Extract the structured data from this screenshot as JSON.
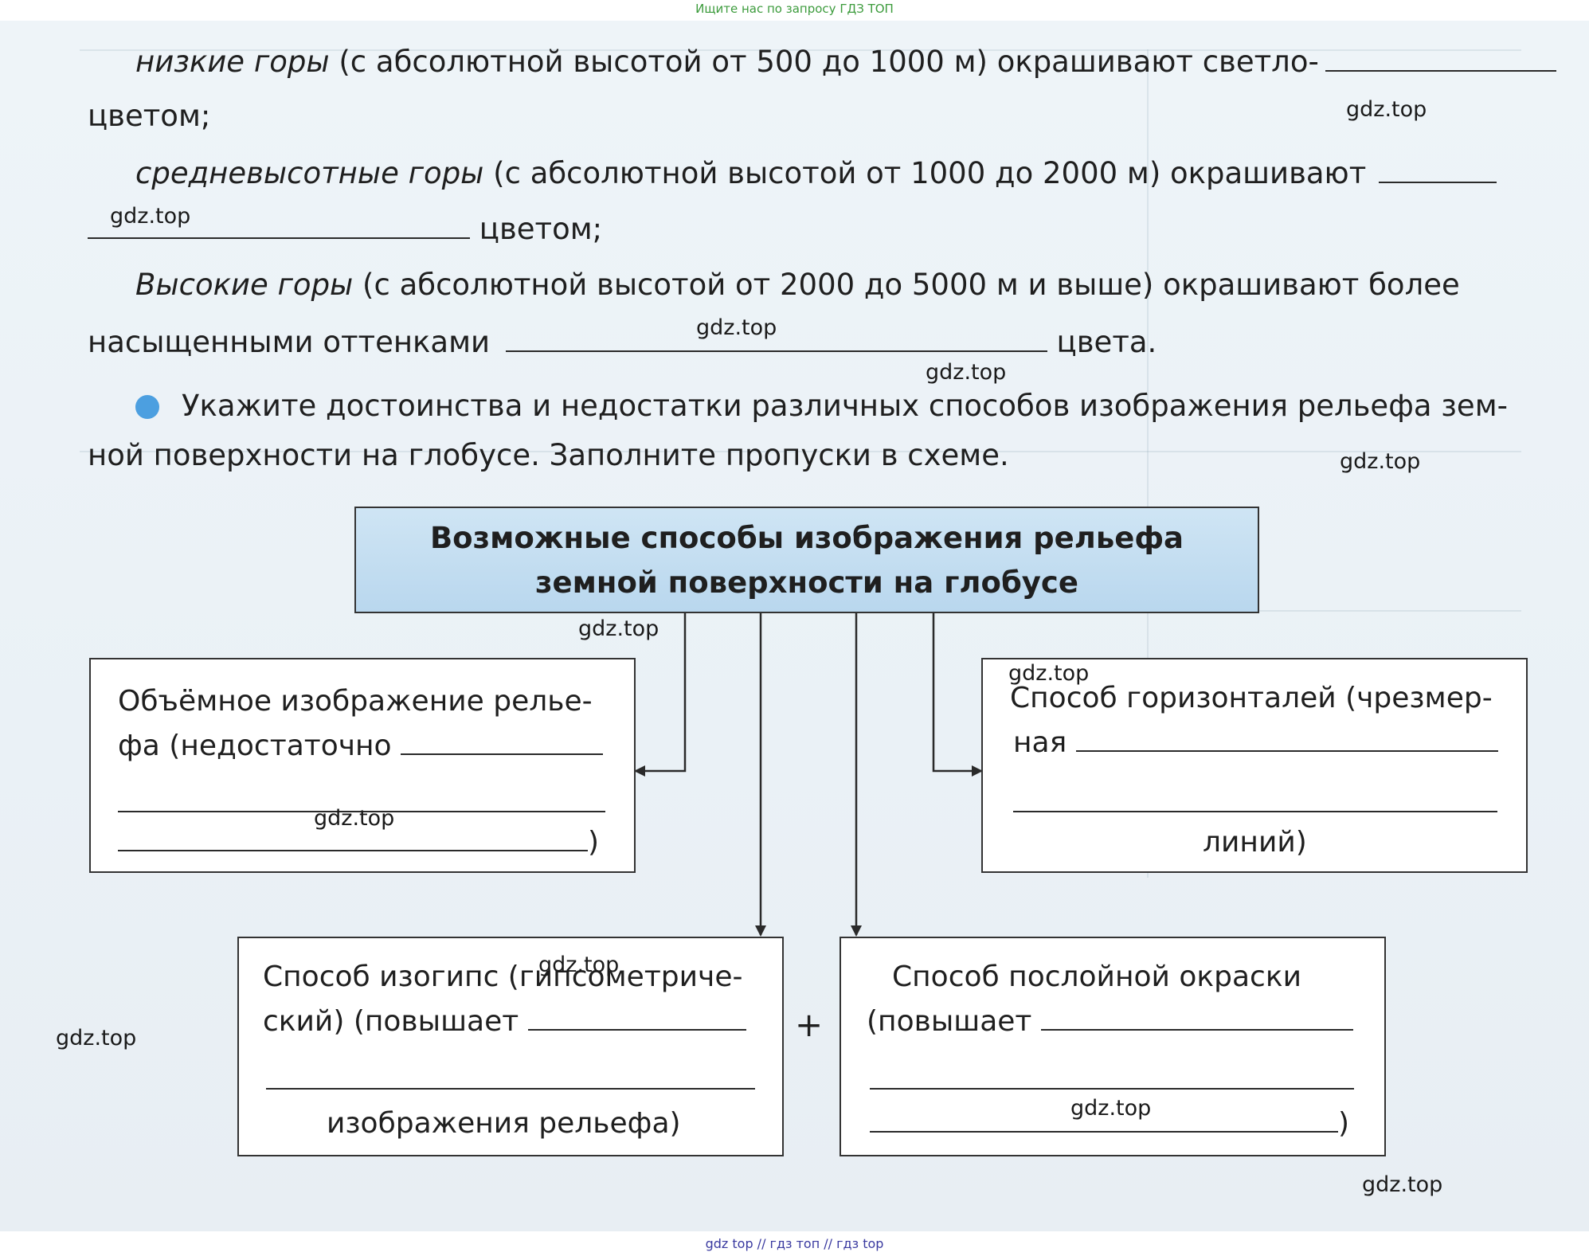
{
  "header": {
    "banner": "Ищите нас по запросу ГДЗ ТОП"
  },
  "footer": {
    "banner": "gdz top  //  гдз топ  //  гдз top"
  },
  "text": {
    "low_term": "низкие горы",
    "low_rest": " (с абсолютной высотой от 500 до 1000 м) окрашивают светло-",
    "low_end": "цветом;",
    "mid_term": "средневысотные горы",
    "mid_rest": " (с абсолютной высотой от 1000 до 2000 м) окрашивают",
    "mid_end": " цветом;",
    "high_term": "Высокие горы",
    "high_rest": " (с абсолютной высотой от 2000 до 5000 м и выше) окрашивают более",
    "high_line2_start": "насыщенными оттенками ",
    "high_line2_end": " цвета.",
    "task_line1": "Укажите достоинства и недостатки различных способов изображения рельефа зем-",
    "task_line2": "ной поверхности на глобусе. Заполните пропуски в схеме."
  },
  "scheme": {
    "title_line1": "Возможные способы изображения рельефа",
    "title_line2": "земной поверхности на глобусе",
    "volumetric": {
      "line1": "Объёмное изображение релье-",
      "line2": "фа (недостаточно ",
      "end": ")"
    },
    "contour": {
      "line1": "Способ горизонталей (чрезмер-",
      "line2": "ная ",
      "end": "линий)"
    },
    "isohypse": {
      "line1": "Способ изогипс (гипсометриче-",
      "line2": "ский) (повышает ",
      "end": "изображения рельефа)"
    },
    "plus": "+",
    "layered": {
      "line1": "Способ послойной окраски",
      "line2": "(повышает ",
      "end": ")"
    }
  },
  "watermarks": [
    "gdz.top",
    "gdz.top",
    "gdz.top",
    "gdz.top",
    "gdz.top",
    "gdz.top",
    "gdz.top",
    "gdz.top",
    "gdz.top",
    "gdz.top",
    "gdz.top",
    "gdz.top"
  ]
}
